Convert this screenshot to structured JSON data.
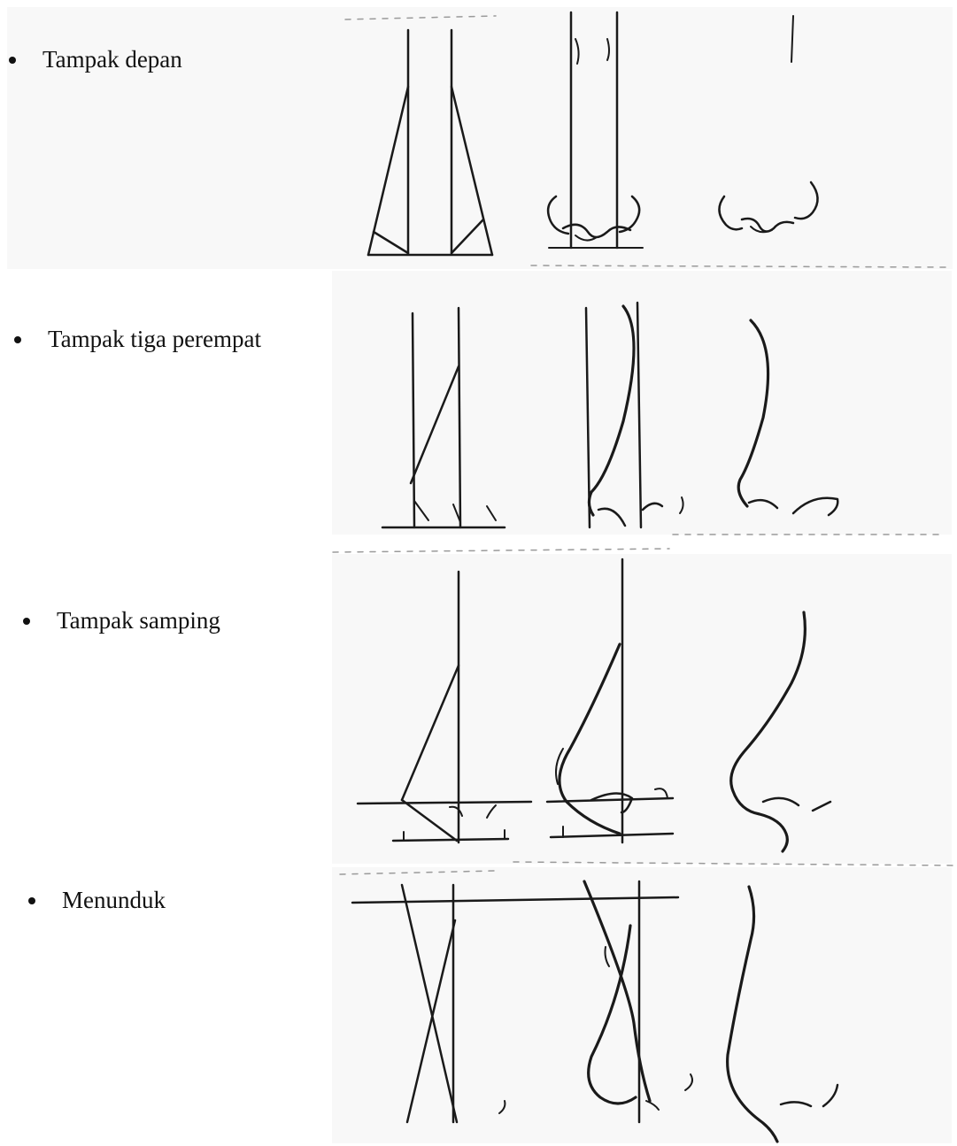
{
  "rows": [
    {
      "id": "front",
      "label": "Tampak depan"
    },
    {
      "id": "three-quarter",
      "label": "Tampak tiga perempat"
    },
    {
      "id": "side",
      "label": "Tampak samping"
    },
    {
      "id": "down",
      "label": "Menunduk"
    }
  ]
}
